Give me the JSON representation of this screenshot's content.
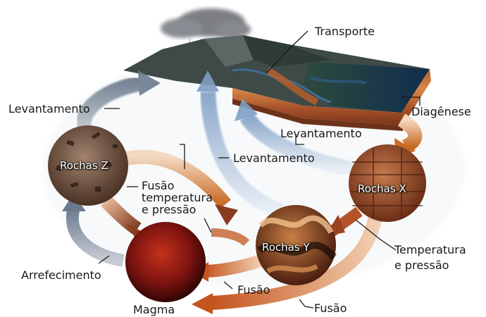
{
  "labels": {
    "transporte": "Transporte",
    "diagenese": "Diagênese",
    "levantamento_left": "Levantamento",
    "levantamento_mid": "Levantamento",
    "levantamento_center": "Levantamento",
    "fusao_tp_1": "Fusão",
    "fusao_tp_2": "temperatura",
    "fusao_tp_3": "e pressão",
    "temp_pressao_1": "Temperatura",
    "temp_pressao_2": "e pressão",
    "arrefecimento": "Arrefecimento",
    "fusao_y": "Fusão",
    "fusao_bottom": "Fusão"
  },
  "nodes": {
    "rochas_z": "Rochas Z",
    "rochas_x": "Rochas X",
    "rochas_y": "Rochas Y",
    "magma": "Magma"
  }
}
